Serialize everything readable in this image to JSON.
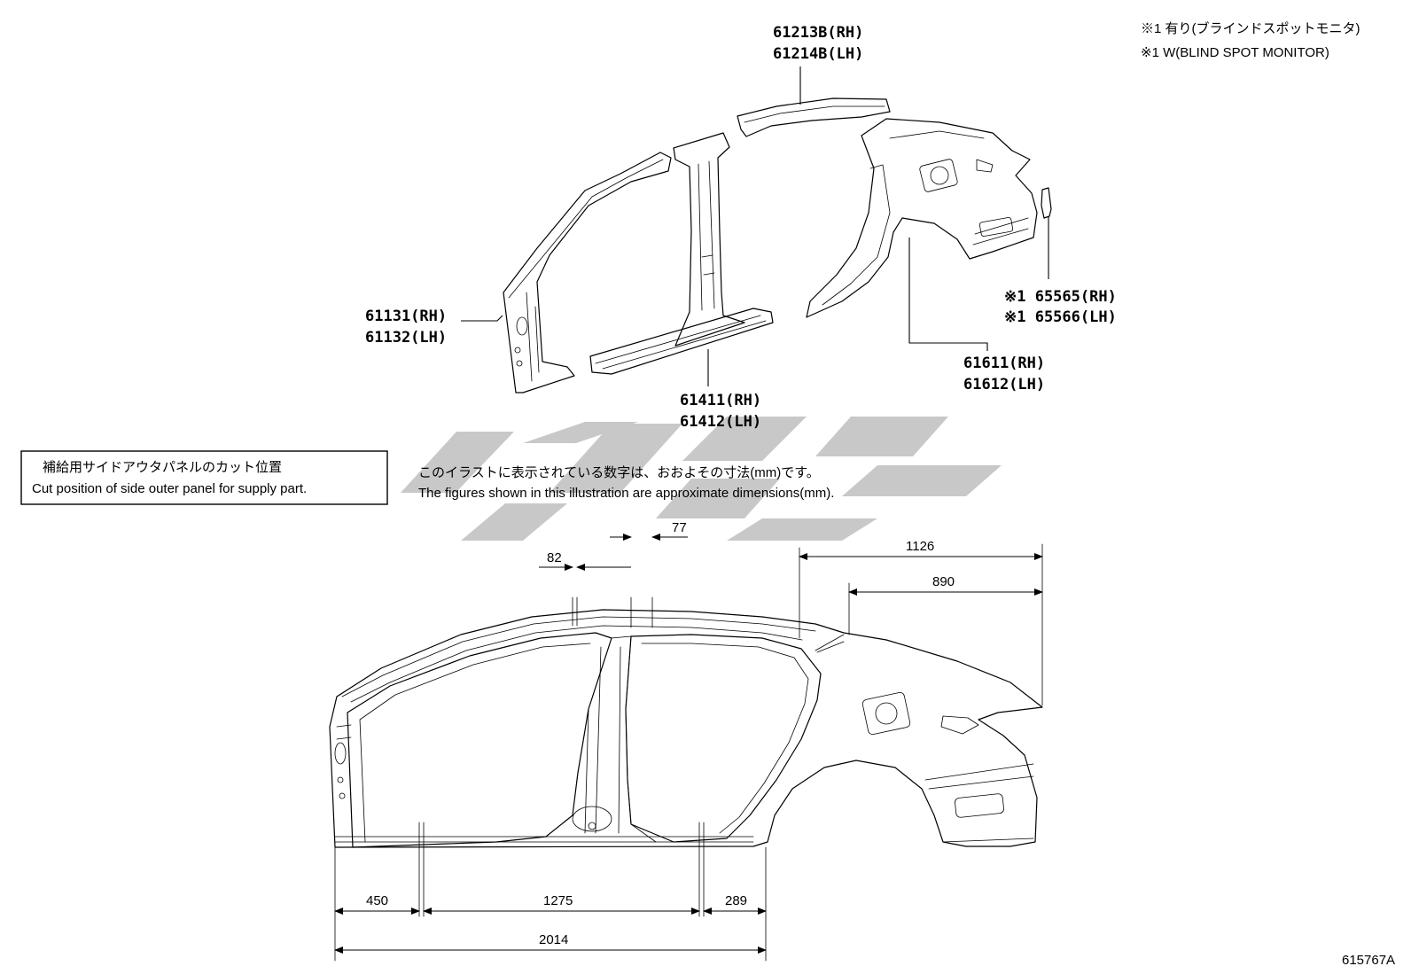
{
  "notes": {
    "jp": "※1 有り(ブラインドスポットモニタ)",
    "en": "※1 W(BLIND SPOT MONITOR)"
  },
  "parts": {
    "roof_rail": [
      "61213B(RH)",
      "61214B(LH)"
    ],
    "front_pillar": [
      "61131(RH)",
      "61132(LH)"
    ],
    "rocker": [
      "61411(RH)",
      "61412(LH)"
    ],
    "bsm_bracket": [
      "※1 65565(RH)",
      "※1 65566(LH)"
    ],
    "quarter_panel": [
      "61611(RH)",
      "61612(LH)"
    ]
  },
  "legend_box": {
    "jp": "補給用サイドアウタパネルのカット位置",
    "en": "Cut position of side outer panel for supply part."
  },
  "caption": {
    "jp": "このイラストに表示されている数字は、おおよその寸法(mm)です。",
    "en": "The figures shown in this illustration are approximate dimensions(mm)."
  },
  "dimensions": {
    "d82": "82",
    "d77": "77",
    "d1126": "1126",
    "d890": "890",
    "d450": "450",
    "d1275": "1275",
    "d289": "289",
    "d2014": "2014"
  },
  "figure_code": "615767A"
}
